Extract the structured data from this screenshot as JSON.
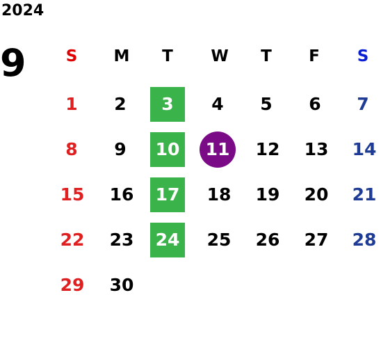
{
  "calendar": {
    "year": "2024",
    "month": "9",
    "weekdays": [
      "S",
      "M",
      "T",
      "W",
      "T",
      "F",
      "S"
    ],
    "weeks": [
      [
        "",
        "",
        "",
        "",
        "",
        "",
        ""
      ],
      [
        "1",
        "2",
        "3",
        "4",
        "5",
        "6",
        "7"
      ],
      [
        "8",
        "9",
        "10",
        "11",
        "12",
        "13",
        "14"
      ],
      [
        "15",
        "16",
        "17",
        "18",
        "19",
        "20",
        "21"
      ],
      [
        "22",
        "23",
        "24",
        "25",
        "26",
        "27",
        "28"
      ],
      [
        "29",
        "30",
        "",
        "",
        "",
        "",
        ""
      ]
    ],
    "highlighted_days": [
      "3",
      "10",
      "17",
      "24"
    ],
    "today": "11",
    "colors": {
      "sunday": "#e02020",
      "saturday": "#1e3c96",
      "highlight": "#3ab44a",
      "today": "#7a0a86"
    }
  }
}
